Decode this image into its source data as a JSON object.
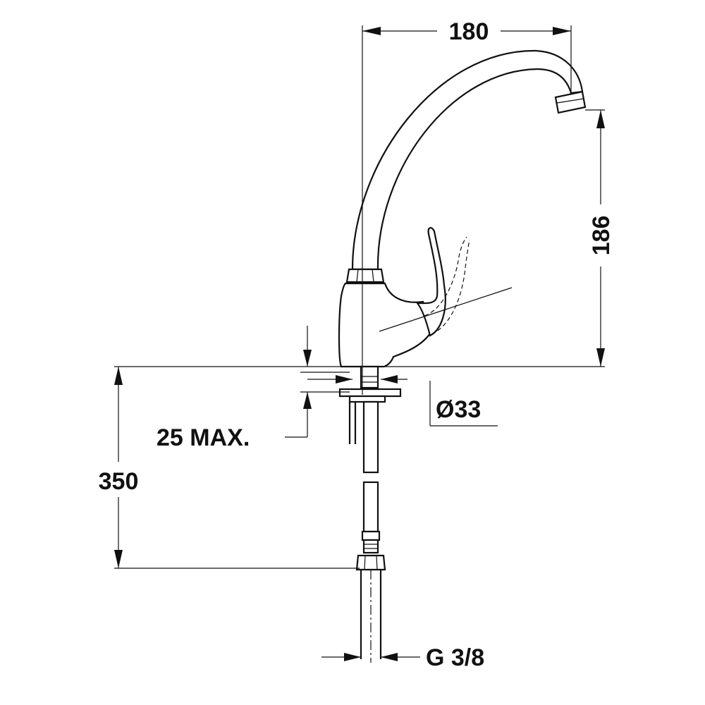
{
  "dimensions": {
    "spout_reach": "180",
    "spout_height": "186",
    "total_length": "350",
    "countertop_thickness": "25 MAX.",
    "hole_diameter": "Ø33",
    "thread": "G 3/8"
  },
  "colors": {
    "line": "#111111",
    "background": "#ffffff"
  }
}
